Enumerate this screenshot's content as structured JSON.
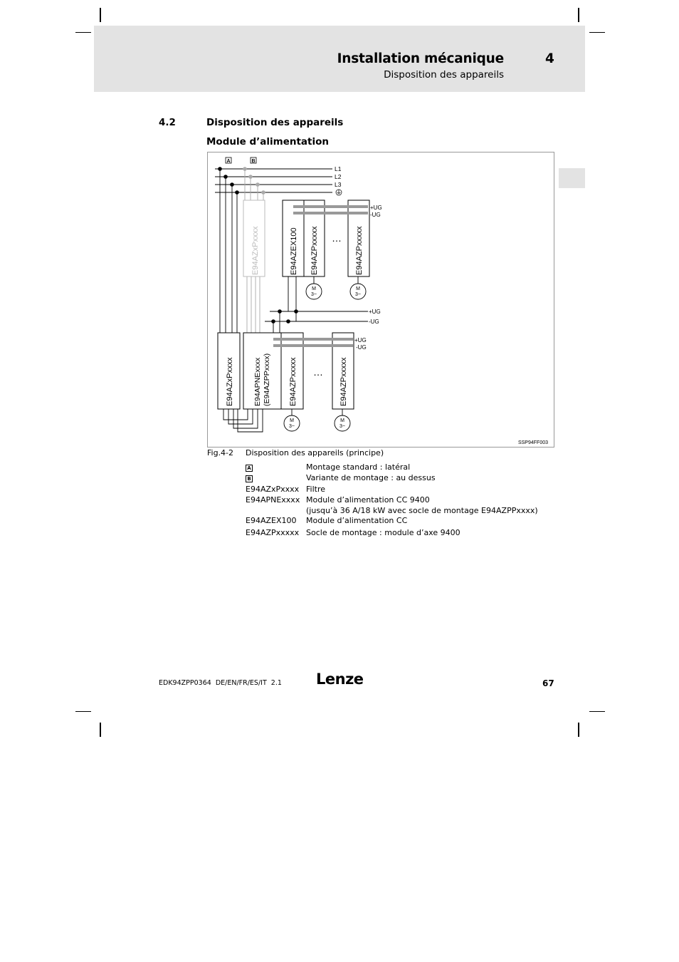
{
  "header": {
    "title": "Installation mécanique",
    "chapter_number": "4",
    "subtitle": "Disposition des appareils"
  },
  "section": {
    "number": "4.2",
    "title": "Disposition des appareils",
    "subtitle": "Module d’alimentation"
  },
  "diagram": {
    "marker_a": "A",
    "marker_b": "B",
    "phase_l1": "L1",
    "phase_l2": "L2",
    "phase_l3": "L3",
    "ug_plus": "+UG",
    "ug_minus": "-UG",
    "top_filter": "E94AZxPxxxx",
    "top_dc_module": "E94AZEX100",
    "top_axis_1": "E94AZPxxxxx",
    "top_axis_2": "E94AZPxxxxx",
    "bottom_filter": "E94AZxPxxxx",
    "bottom_power_line1": "E94APNExxxx",
    "bottom_power_line2": "(E94AZPPxxxx)",
    "bottom_axis_1": "E94AZPxxxxx",
    "bottom_axis_2": "E94AZPxxxxx",
    "ellipsis": "…",
    "motor_m": "M",
    "motor_phase": "3~",
    "figure_id": "SSP94FF003"
  },
  "caption": {
    "number": "Fig.4-2",
    "text": "Disposition des appareils (principe)"
  },
  "legend": [
    {
      "key": "A",
      "boxed": true,
      "value": "Montage standard : latéral"
    },
    {
      "key": "B",
      "boxed": true,
      "value": "Variante de montage : au dessus"
    },
    {
      "key": "E94AZxPxxxx",
      "boxed": false,
      "value": "Filtre"
    },
    {
      "key": "E94APNExxxx",
      "boxed": false,
      "value": "Module d’alimentation CC 9400"
    },
    {
      "key": "",
      "boxed": false,
      "value": "(jusqu’à 36 A/18 kW avec socle de montage E94AZPPxxxx)"
    },
    {
      "key": "E94AZEX100",
      "boxed": false,
      "value": "Module d’alimentation CC"
    },
    {
      "key": "E94AZPxxxxx",
      "boxed": false,
      "value": "Socle de montage : module d’axe 9400"
    }
  ],
  "footer": {
    "doc_ref": "EDK94ZPP0364  DE/EN/FR/ES/IT  2.1",
    "logo": "Lenze",
    "page_number": "67"
  }
}
